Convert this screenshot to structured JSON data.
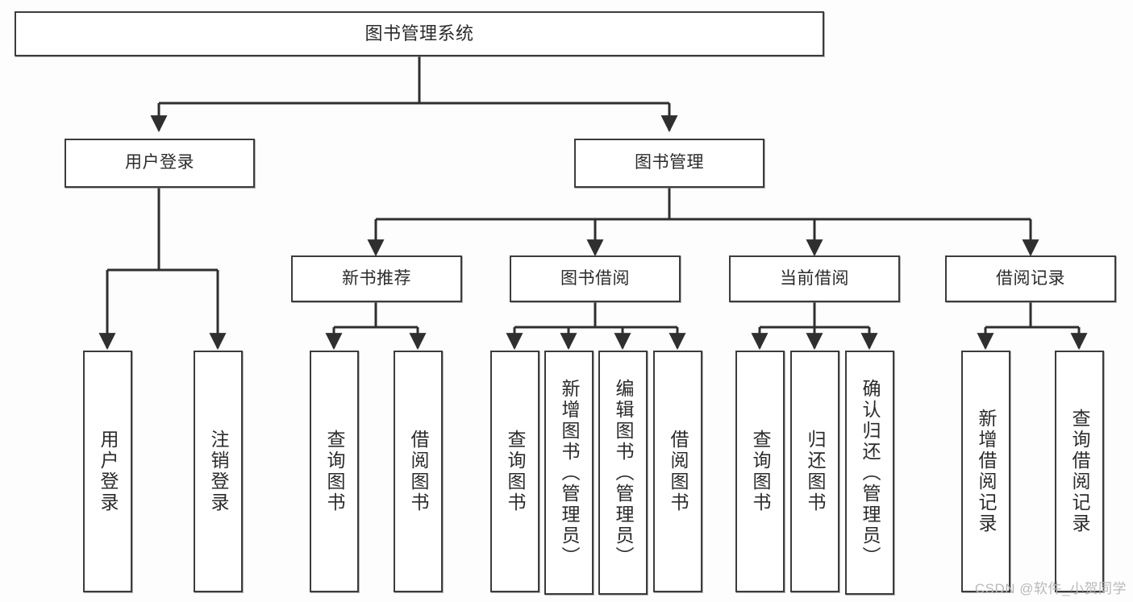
{
  "diagram": {
    "title": "图书管理系统",
    "watermark": "CSDN @软件_小贺同学",
    "colors": {
      "box_border": "#3c3c3c",
      "box_fill": "#ffffff",
      "edge": "#2f2f2f",
      "background": "#fdfdfd",
      "watermark": "#b9b9b9"
    },
    "root": {
      "label": "图书管理系统"
    },
    "level2": [
      {
        "label": "用户登录"
      },
      {
        "label": "图书管理"
      }
    ],
    "level3": [
      {
        "label": "新书推荐"
      },
      {
        "label": "图书借阅"
      },
      {
        "label": "当前借阅"
      },
      {
        "label": "借阅记录"
      }
    ],
    "leaves": {
      "user_login": [
        {
          "label": "用户登录"
        },
        {
          "label": "注销登录"
        }
      ],
      "new_book_recommend": [
        {
          "label": "查询图书"
        },
        {
          "label": "借阅图书"
        }
      ],
      "book_borrow": [
        {
          "label": "查询图书"
        },
        {
          "label": "新增图书（管理员）"
        },
        {
          "label": "编辑图书（管理员）"
        },
        {
          "label": "借阅图书"
        }
      ],
      "current_borrow": [
        {
          "label": "查询图书"
        },
        {
          "label": "归还图书"
        },
        {
          "label": "确认归还（管理员）"
        }
      ],
      "borrow_record": [
        {
          "label": "新增借阅记录"
        },
        {
          "label": "查询借阅记录"
        }
      ]
    }
  }
}
